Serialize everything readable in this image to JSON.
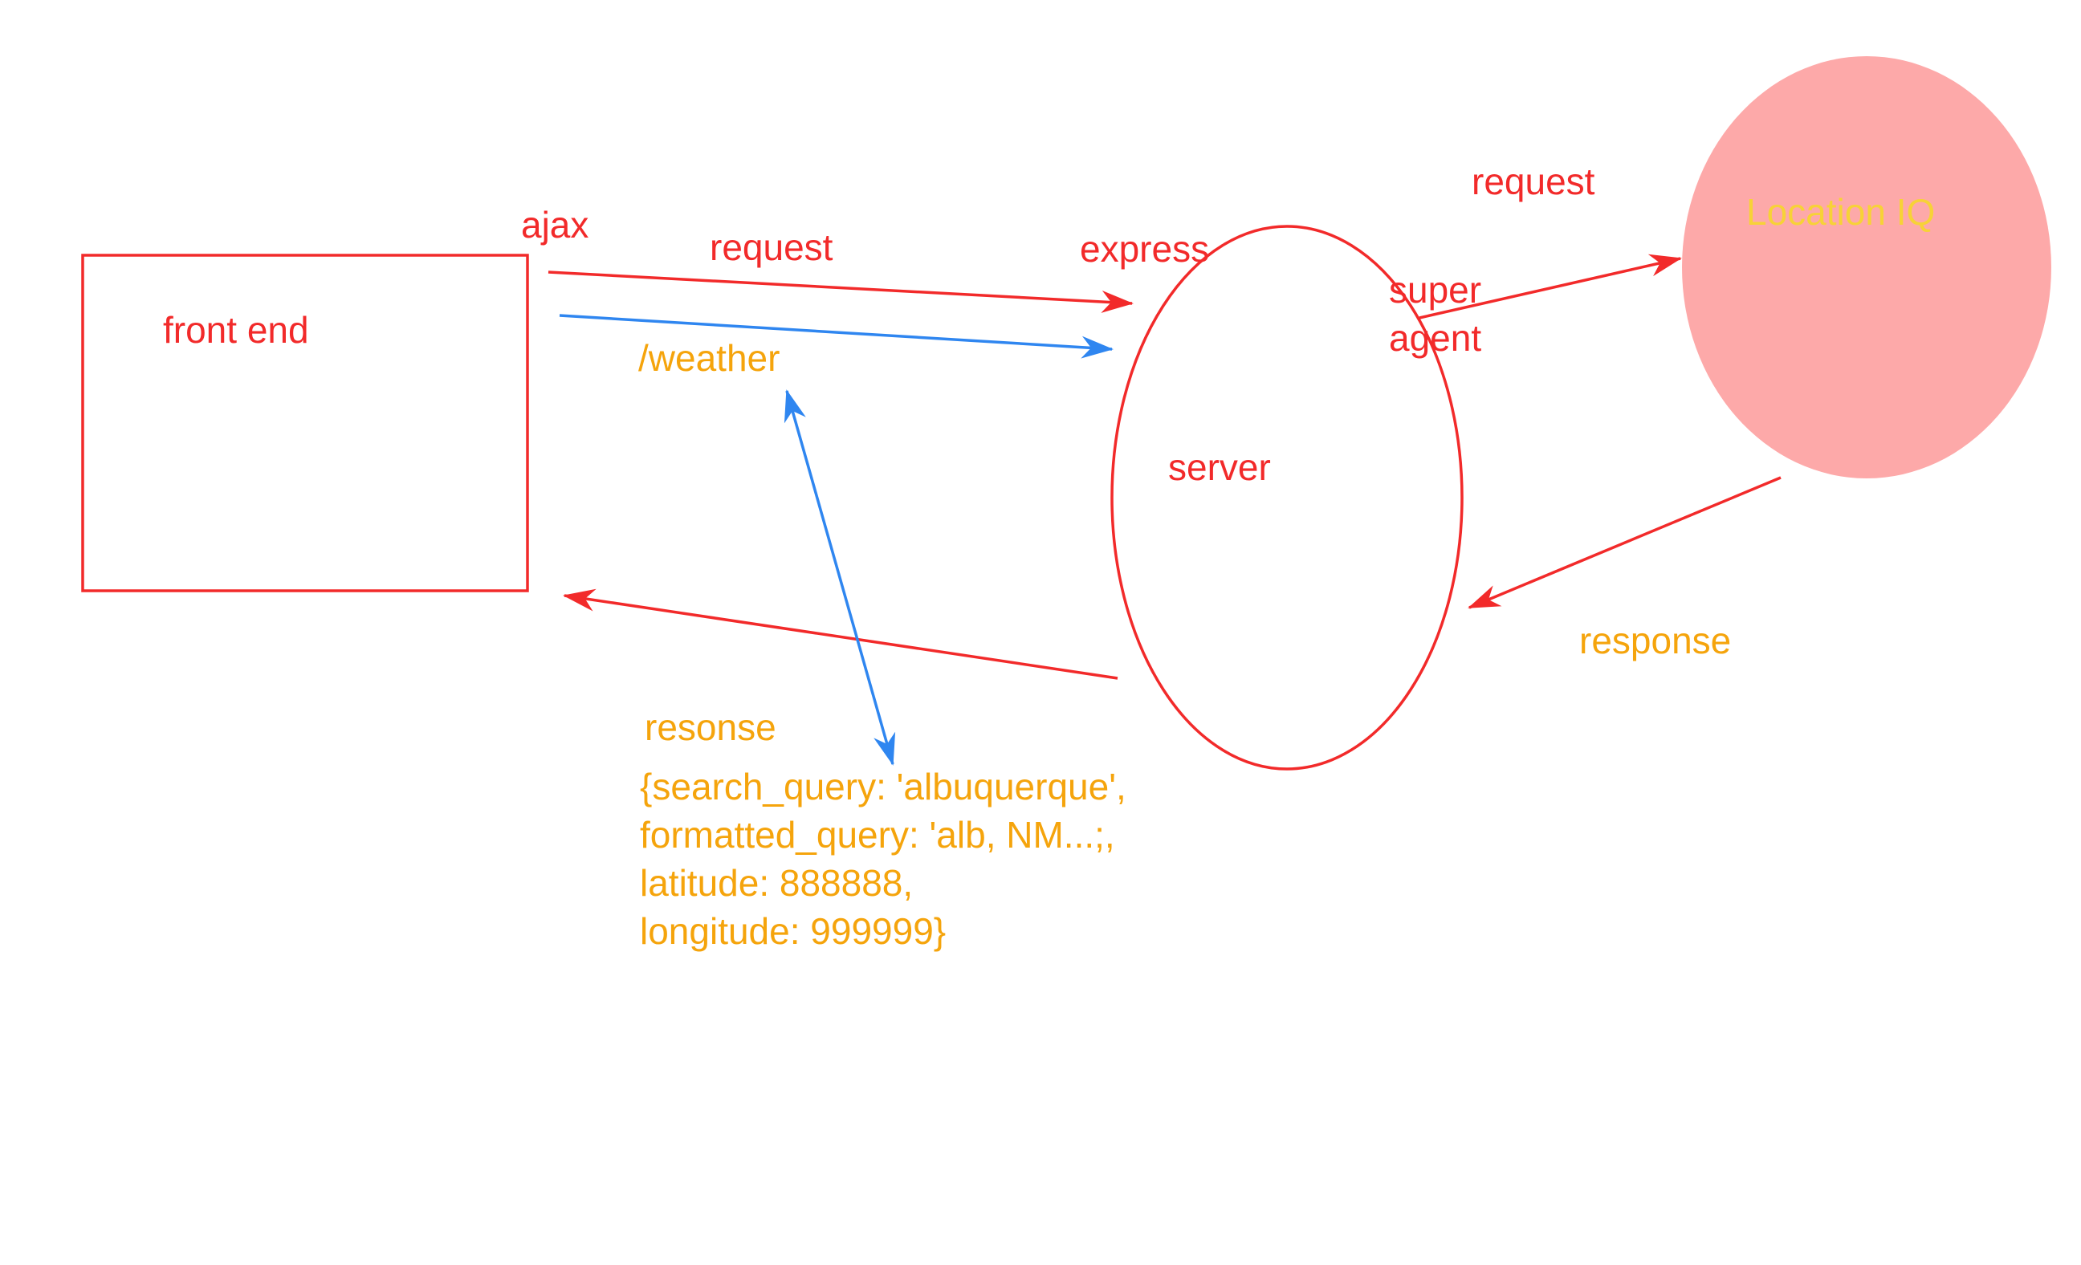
{
  "colors": {
    "red": "#F22A2A",
    "blue": "#2F86F0",
    "orange": "#F5A40C",
    "yellow": "#F7D237",
    "pink": "#FDA9A9"
  },
  "nodes": {
    "front_end": "front end",
    "server": "server",
    "location_iq": "Location IQ"
  },
  "labels": {
    "ajax": "ajax",
    "request_1": "request",
    "express": "express",
    "weather": "/weather",
    "super": "super",
    "agent": "agent",
    "request_2": "request",
    "response_1": "response",
    "resonse": "resonse"
  },
  "response_body": [
    "{search_query: 'albuquerque',",
    "formatted_query: 'alb, NM...;,",
    "latitude: 888888,",
    "longitude: 999999}"
  ]
}
